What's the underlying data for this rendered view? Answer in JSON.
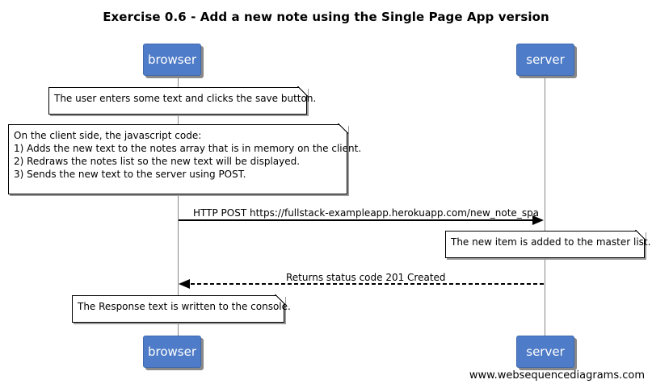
{
  "title": "Exercise 0.6 - Add a new note using the Single Page App version",
  "participants": {
    "browser": "browser",
    "server": "server"
  },
  "notes": {
    "user_action": "The user enters some text and clicks the save button.",
    "client_side": [
      "On the client side, the javascript code:",
      "1) Adds the new text to the notes array that is in memory on the client.",
      "2) Redraws the notes list so the new text will be displayed.",
      "3) Sends the new text to the server using POST."
    ],
    "server_side": "The new item is added to the master list.",
    "console": "The Response text is written to the console."
  },
  "messages": {
    "post": "HTTP POST https://fullstack-exampleapp.herokuapp.com/new_note_spa",
    "response": "Returns status code 201 Created"
  },
  "credit": "www.websequencediagrams.com"
}
